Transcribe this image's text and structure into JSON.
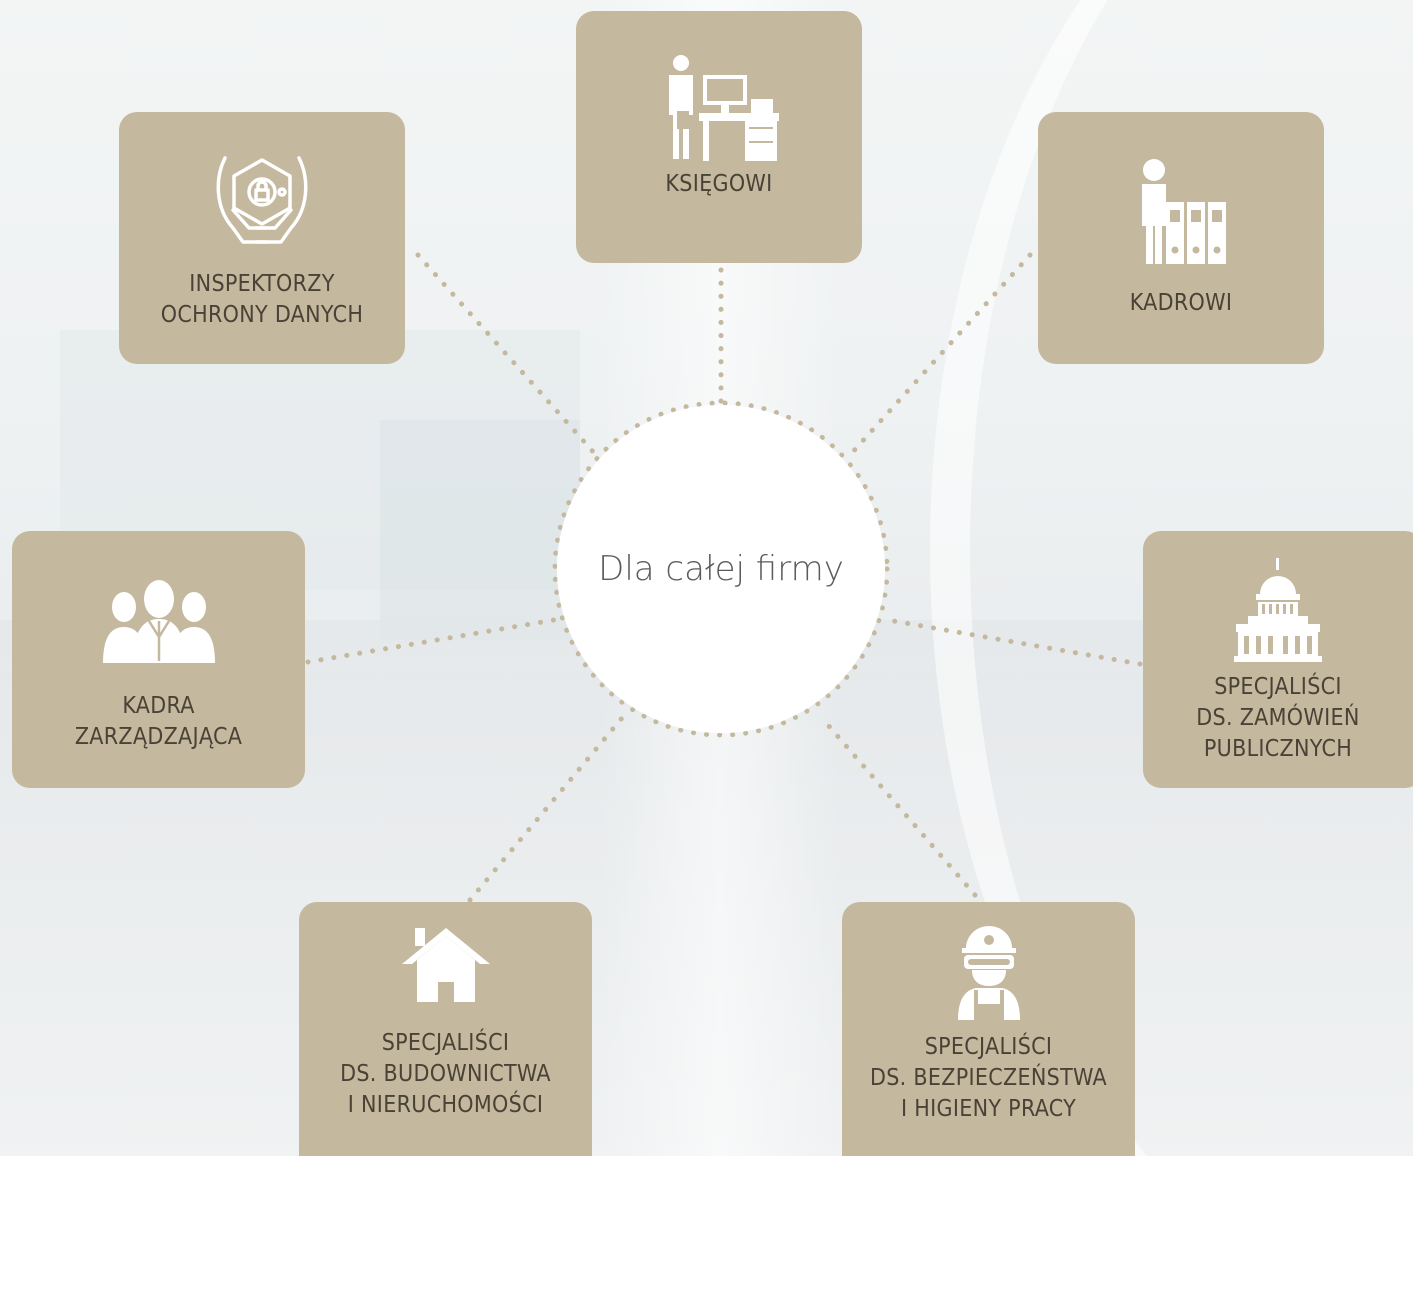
{
  "center": {
    "label": "Dla całej firmy"
  },
  "colors": {
    "card": "#c4b89e",
    "card_text": "#4a4236",
    "dots": "#c4b89e",
    "icon": "#ffffff"
  },
  "cards": {
    "ksiegowi": {
      "label": "KSIĘGOWI",
      "icon": "accountant-icon"
    },
    "inspektorzy": {
      "label": "INSPEKTORZY\nOCHRONY DANYCH",
      "icon": "data-protection-icon"
    },
    "kadrowi": {
      "label": "KADROWI",
      "icon": "hr-files-icon"
    },
    "kadra": {
      "label": "KADRA\nZARZĄDZAJĄCA",
      "icon": "management-team-icon"
    },
    "zamowienia": {
      "label": "SPECJALIŚCI\nDS. ZAMÓWIEŃ\nPUBLICZNYCH",
      "icon": "public-building-icon"
    },
    "budownictwo": {
      "label": "SPECJALIŚCI\nDS. BUDOWNICTWA\nI NIERUCHOMOŚCI",
      "icon": "house-icon"
    },
    "bhp": {
      "label": "SPECJALIŚCI\nDS. BEZPIECZEŃSTWA\nI HIGIENY PRACY",
      "icon": "safety-worker-icon"
    }
  }
}
